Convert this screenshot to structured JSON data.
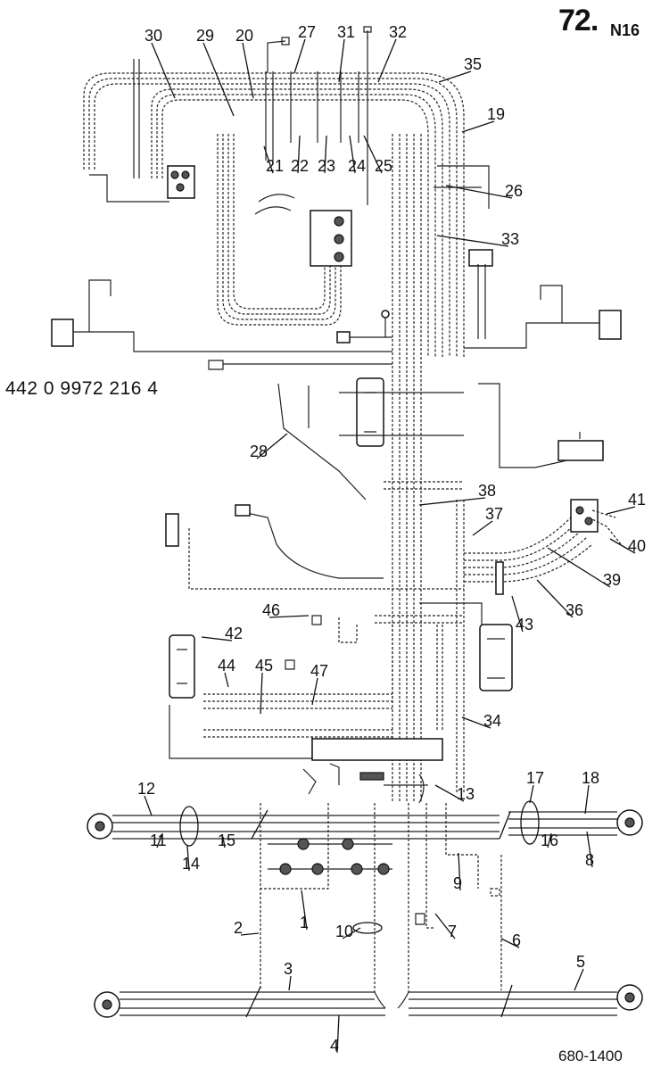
{
  "header": {
    "page_number": "72.",
    "page_suffix": "N16"
  },
  "diagram": {
    "part_number": "442 0 9972 216 4",
    "reference_code": "680-1400",
    "callouts": [
      "30",
      "29",
      "20",
      "27",
      "31",
      "32",
      "35",
      "19",
      "21",
      "22",
      "23",
      "24",
      "25",
      "26",
      "33",
      "28",
      "38",
      "37",
      "41",
      "40",
      "39",
      "36",
      "43",
      "46",
      "42",
      "44",
      "45",
      "47",
      "34",
      "13",
      "12",
      "11",
      "14",
      "15",
      "17",
      "18",
      "16",
      "8",
      "9",
      "1",
      "10",
      "7",
      "2",
      "6",
      "3",
      "5",
      "4"
    ]
  }
}
